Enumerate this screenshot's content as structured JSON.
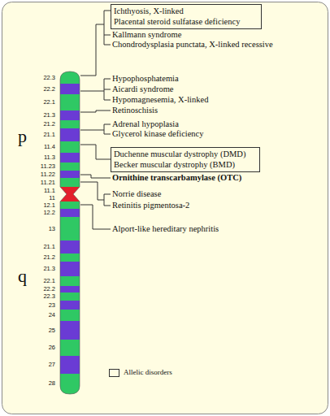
{
  "diagram": {
    "nodes": [
      {
        "text": [
          "Ichthyosis, X-linked",
          "Placental steroid sulfatase deficiency"
        ]
      },
      {
        "text": [
          "Duchenne muscular dystrophy (DMD)",
          "Becker muscular dystrophy (BMD)"
        ]
      }
    ],
    "labels": [
      "Kallmann syndrome",
      "Chondrodysplasia punctata, X-linked recessive",
      "Hypophosphatemia",
      "Aicardi syndrome",
      "Hypomagnesemia, X-linked",
      "Retinoschisis",
      "Adrenal hypoplasia",
      "Glycerol kinase deficiency",
      "Ornithine transcarbamylase (OTC)",
      "Norrie disease",
      "Retinitis pigmentosa-2",
      "Alport-like hereditary nephritis",
      "p",
      "q",
      "22.3",
      "22.2",
      "22.1",
      "21.3",
      "21.2",
      "21.1",
      "11.4",
      "11.3",
      "11.23",
      "11.22",
      "11.21",
      "11.1",
      "11",
      "12.1",
      "12.2",
      "13",
      "21.1",
      "21.2",
      "21.3",
      "22.1",
      "22.2",
      "22.3",
      "23",
      "24",
      "25",
      "26",
      "27",
      "28"
    ],
    "legend": [
      {
        "text": "Allelic disorders"
      }
    ]
  }
}
